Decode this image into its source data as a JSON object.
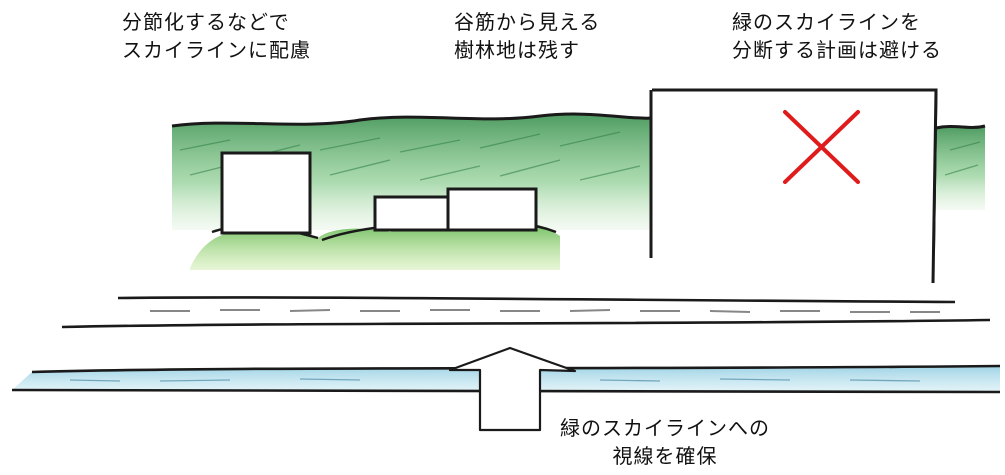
{
  "annotations": {
    "left": {
      "line1": "分節化するなどで",
      "line2": "スカイラインに配慮"
    },
    "center": {
      "line1": "谷筋から見える",
      "line2": "樹林地は残す"
    },
    "right": {
      "line1": "緑のスカイラインを",
      "line2": "分断する計画は避ける"
    },
    "bottom": {
      "line1": "緑のスカイラインへの",
      "line2": "視線を確保"
    }
  },
  "colors": {
    "tree_dark": "#3f9a52",
    "tree_light": "#8fd06a",
    "river": "#7fc4dc",
    "cross": "#e01b1b",
    "ink": "#1a1a1a"
  }
}
